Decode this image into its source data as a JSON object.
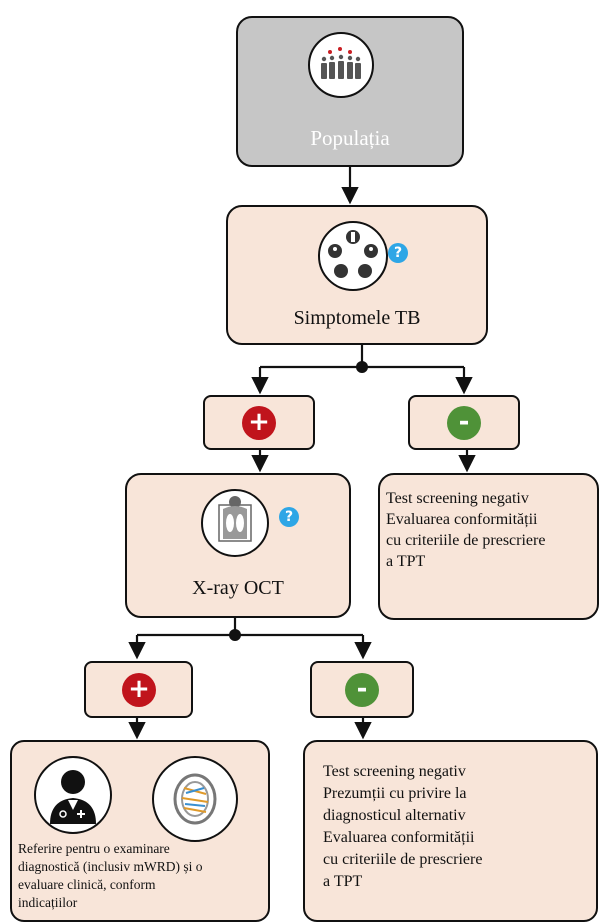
{
  "nodes": {
    "population": "Populația",
    "symptoms": "Simptomele TB",
    "xray": "X-ray OCT"
  },
  "signs": {
    "plus": "+",
    "minus": "-",
    "question": "?"
  },
  "outcomes": {
    "symptoms_negative": [
      "Test screening negativ",
      "Evaluarea conformității",
      "cu criteriile de prescriere",
      "a TPT"
    ],
    "xray_negative": [
      "Test screening negativ",
      "Prezumții cu privire la",
      "diagnosticul alternativ",
      "Evaluarea conformității",
      "cu criteriile de prescriere",
      "a TPT"
    ],
    "referral": [
      "Referire pentru o examinare",
      "diagnostică (inclusiv mWRD) și o",
      "evaluare clinică, conform",
      "indicațiilor"
    ]
  },
  "colors": {
    "box_fill": "#f8e5d9",
    "population_fill": "#c6c6c6",
    "plus": "#c0141c",
    "minus": "#4f9238",
    "question": "#2ea6e6"
  },
  "icons": {
    "population": "crowd-icon",
    "symptoms": "symptoms-icon",
    "xray": "xray-icon",
    "doctor": "doctor-icon",
    "dna": "dna-icon"
  }
}
